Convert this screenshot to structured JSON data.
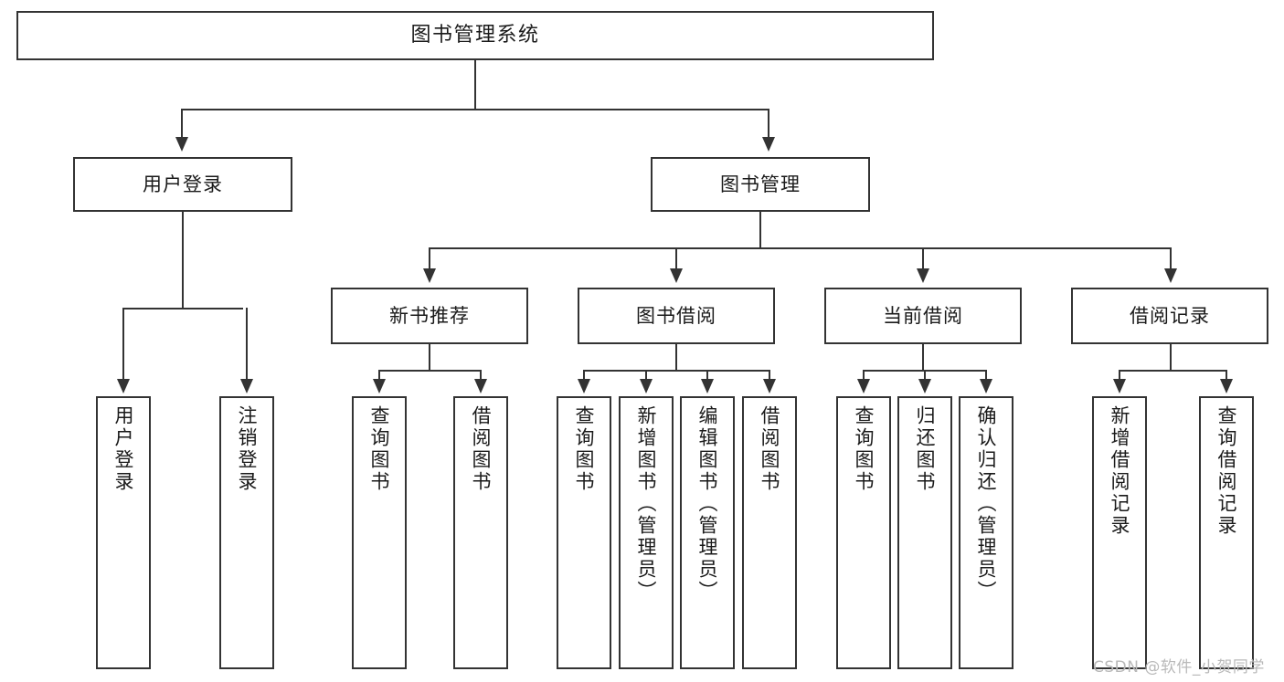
{
  "diagram": {
    "title": "图书管理系统",
    "watermark": "CSDN @软件_小贺同学",
    "colors": {
      "stroke": "#333333",
      "text": "#1a1a1a",
      "background": "#ffffff",
      "watermark": "#b9b9b9"
    },
    "root": {
      "label": "图书管理系统"
    },
    "level1": [
      {
        "label": "用户登录"
      },
      {
        "label": "图书管理"
      }
    ],
    "level2": [
      {
        "label": "新书推荐"
      },
      {
        "label": "图书借阅"
      },
      {
        "label": "当前借阅"
      },
      {
        "label": "借阅记录"
      }
    ],
    "leaves": {
      "user_login": [
        {
          "label": "用户登录"
        },
        {
          "label": "注销登录"
        }
      ],
      "new_book_recommend": [
        {
          "label": "查询图书"
        },
        {
          "label": "借阅图书"
        }
      ],
      "book_borrow": [
        {
          "label": "查询图书"
        },
        {
          "label": "新增图书（管理员）"
        },
        {
          "label": "编辑图书（管理员）"
        },
        {
          "label": "借阅图书"
        }
      ],
      "current_borrow": [
        {
          "label": "查询图书"
        },
        {
          "label": "归还图书"
        },
        {
          "label": "确认归还（管理员）"
        }
      ],
      "borrow_record": [
        {
          "label": "新增借阅记录"
        },
        {
          "label": "查询借阅记录"
        }
      ]
    }
  }
}
